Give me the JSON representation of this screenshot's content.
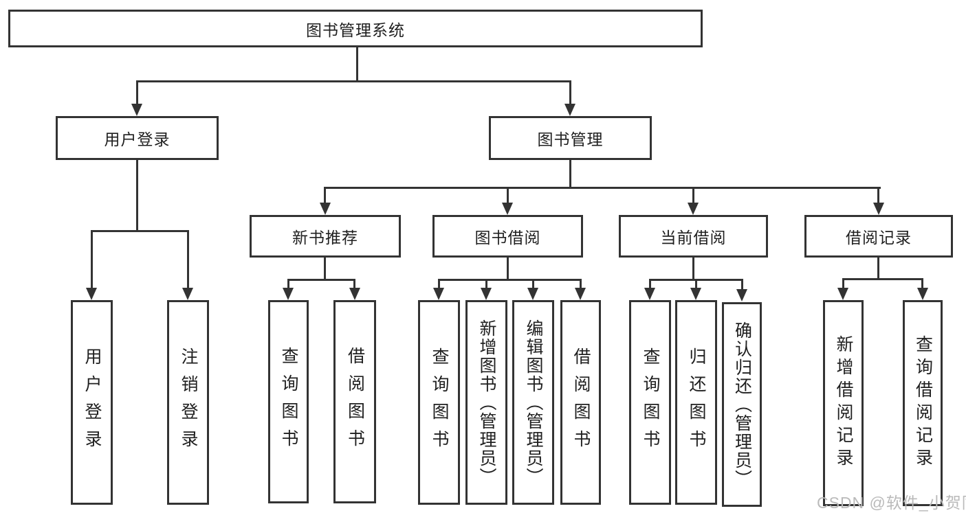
{
  "diagram": {
    "root": {
      "label": "图书管理系统"
    },
    "level2": {
      "user_login": {
        "label": "用户登录"
      },
      "book_mgmt": {
        "label": "图书管理"
      }
    },
    "level3": {
      "new_book_rec": {
        "label": "新书推荐"
      },
      "book_borrow": {
        "label": "图书借阅"
      },
      "current_borrow": {
        "label": "当前借阅"
      },
      "borrow_records": {
        "label": "借阅记录"
      }
    },
    "leaves": {
      "user_login_leaf": {
        "label": "用户登录"
      },
      "logout": {
        "label": "注销登录"
      },
      "rec_query": {
        "label": "查询图书"
      },
      "rec_borrow": {
        "label": "借阅图书"
      },
      "bb_query": {
        "label": "查询图书"
      },
      "bb_add": {
        "label": "新增图书（管理员）"
      },
      "bb_edit": {
        "label": "编辑图书（管理员）"
      },
      "bb_borrow": {
        "label": "借阅图书"
      },
      "cb_query": {
        "label": "查询图书"
      },
      "cb_return": {
        "label": "归还图书"
      },
      "cb_confirm": {
        "label": "确认归还（管理员）"
      },
      "br_add": {
        "label": "新增借阅记录"
      },
      "br_query": {
        "label": "查询借阅记录"
      }
    }
  },
  "watermark": {
    "text": "CSDN @软件_小贺同学"
  },
  "colors": {
    "line": "#333333",
    "text": "#1f1f1f",
    "watermark": "#bababa",
    "background": "#ffffff"
  }
}
